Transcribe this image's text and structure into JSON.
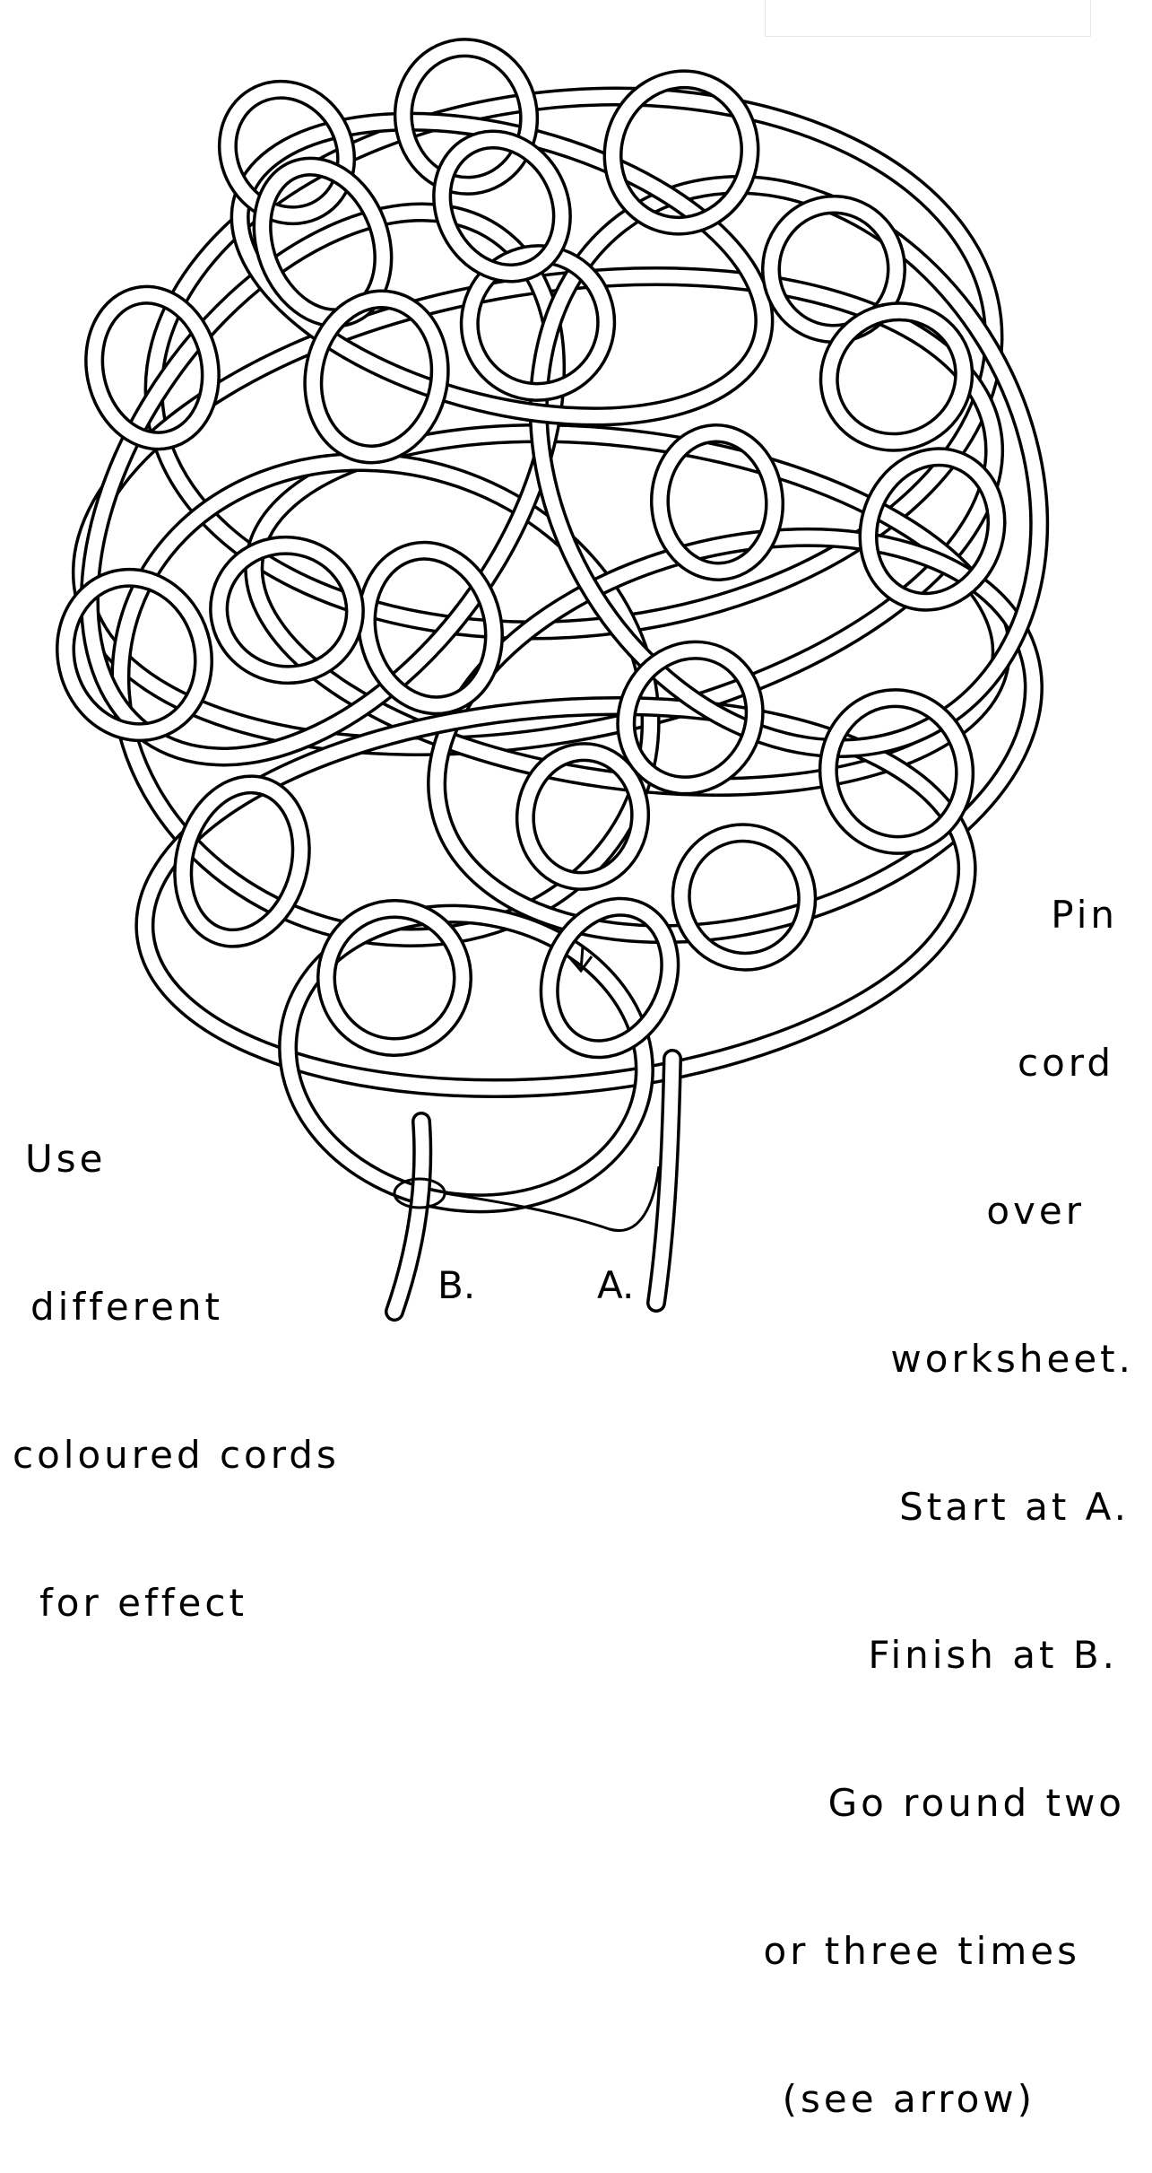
{
  "instructions_right": {
    "lines": [
      "Pin",
      "cord",
      "over",
      "worksheet.",
      "Start at A.",
      "Finish at B.",
      "Go round two",
      "or three times",
      "(see arrow)"
    ]
  },
  "instructions_left": {
    "lines": [
      "Use",
      "different",
      "coloured cords",
      "for effect"
    ]
  },
  "labels": {
    "end_b": "B.",
    "end_a": "A."
  },
  "colors": {
    "ink": "#000000",
    "paper": "#ffffff"
  },
  "icons": {
    "direction_arrow": "arrow-icon",
    "pin_loop": "loop-icon"
  }
}
